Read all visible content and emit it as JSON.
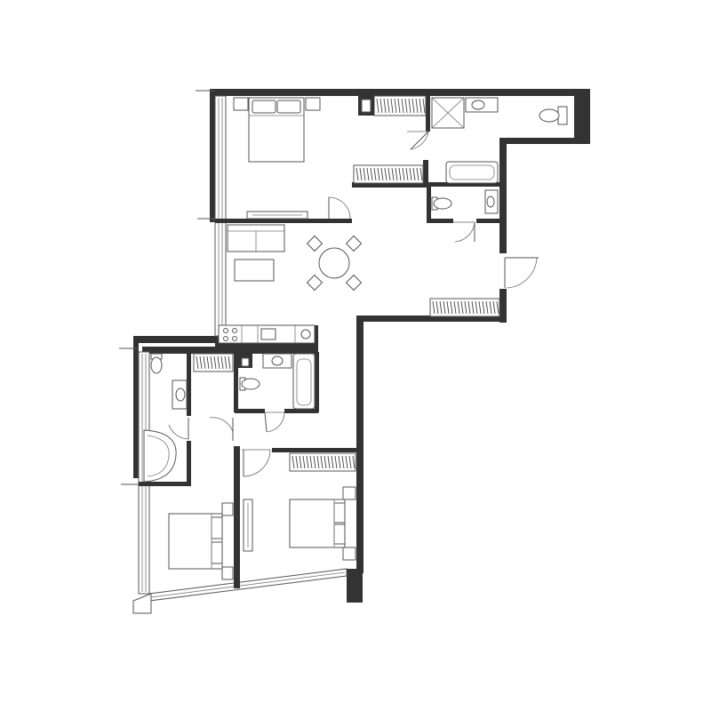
{
  "plan": {
    "rooms": [
      {
        "id": "master-bedroom"
      },
      {
        "id": "living-dining"
      },
      {
        "id": "kitchen"
      },
      {
        "id": "master-bathroom"
      },
      {
        "id": "guest-wc"
      },
      {
        "id": "bathroom-2"
      },
      {
        "id": "bathroom-3"
      },
      {
        "id": "bedroom-2"
      },
      {
        "id": "bedroom-3"
      }
    ],
    "colors": {
      "wall": "#333333",
      "line": "#555555",
      "background": "#ffffff"
    }
  }
}
